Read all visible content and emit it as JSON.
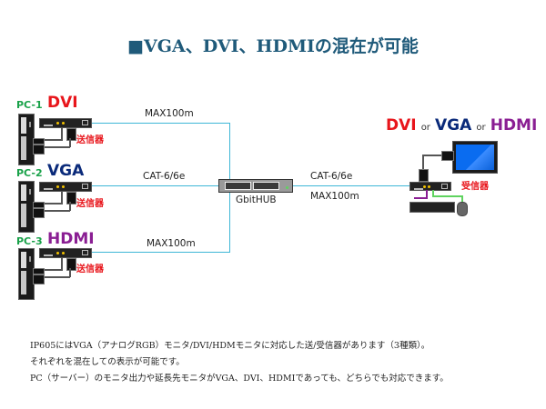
{
  "title": "■VGA、DVI、HDMIの混在が可能",
  "pcs": [
    {
      "id": "PC-1",
      "signal": "DVI",
      "device_label": "送信器",
      "cable_label": "MAX100m"
    },
    {
      "id": "PC-2",
      "signal": "VGA",
      "device_label": "送信器",
      "cable_label": "CAT-6/6e"
    },
    {
      "id": "PC-3",
      "signal": "HDMI",
      "device_label": "送信器",
      "cable_label": "MAX100m"
    }
  ],
  "hub": {
    "label": "GbitHUB"
  },
  "uplink": {
    "cable_label": "CAT-6/6e",
    "length_label": "MAX100m"
  },
  "receiver": {
    "signals": [
      "DVI",
      "VGA",
      "HDMI"
    ],
    "or_word": "or",
    "device_label": "受信器"
  },
  "colors": {
    "title": "#1f5a7a",
    "pc_label": "#1aa24a",
    "dvi": "#e8151b",
    "vga": "#0a2a7a",
    "hdmi": "#8a1e93",
    "cable": "#3eb6d6",
    "device_label": "#e8151b"
  },
  "description": [
    "IP605にはVGA（アナログRGB）モニタ/DVI/HDMモニタに対応した送/受信器があります（3種類）。",
    "それぞれを混在しての表示が可能です。",
    "PC（サーバー）のモニタ出力や延長先モニタがVGA、DVI、HDMIであっても、どちらでも対応できます。"
  ]
}
